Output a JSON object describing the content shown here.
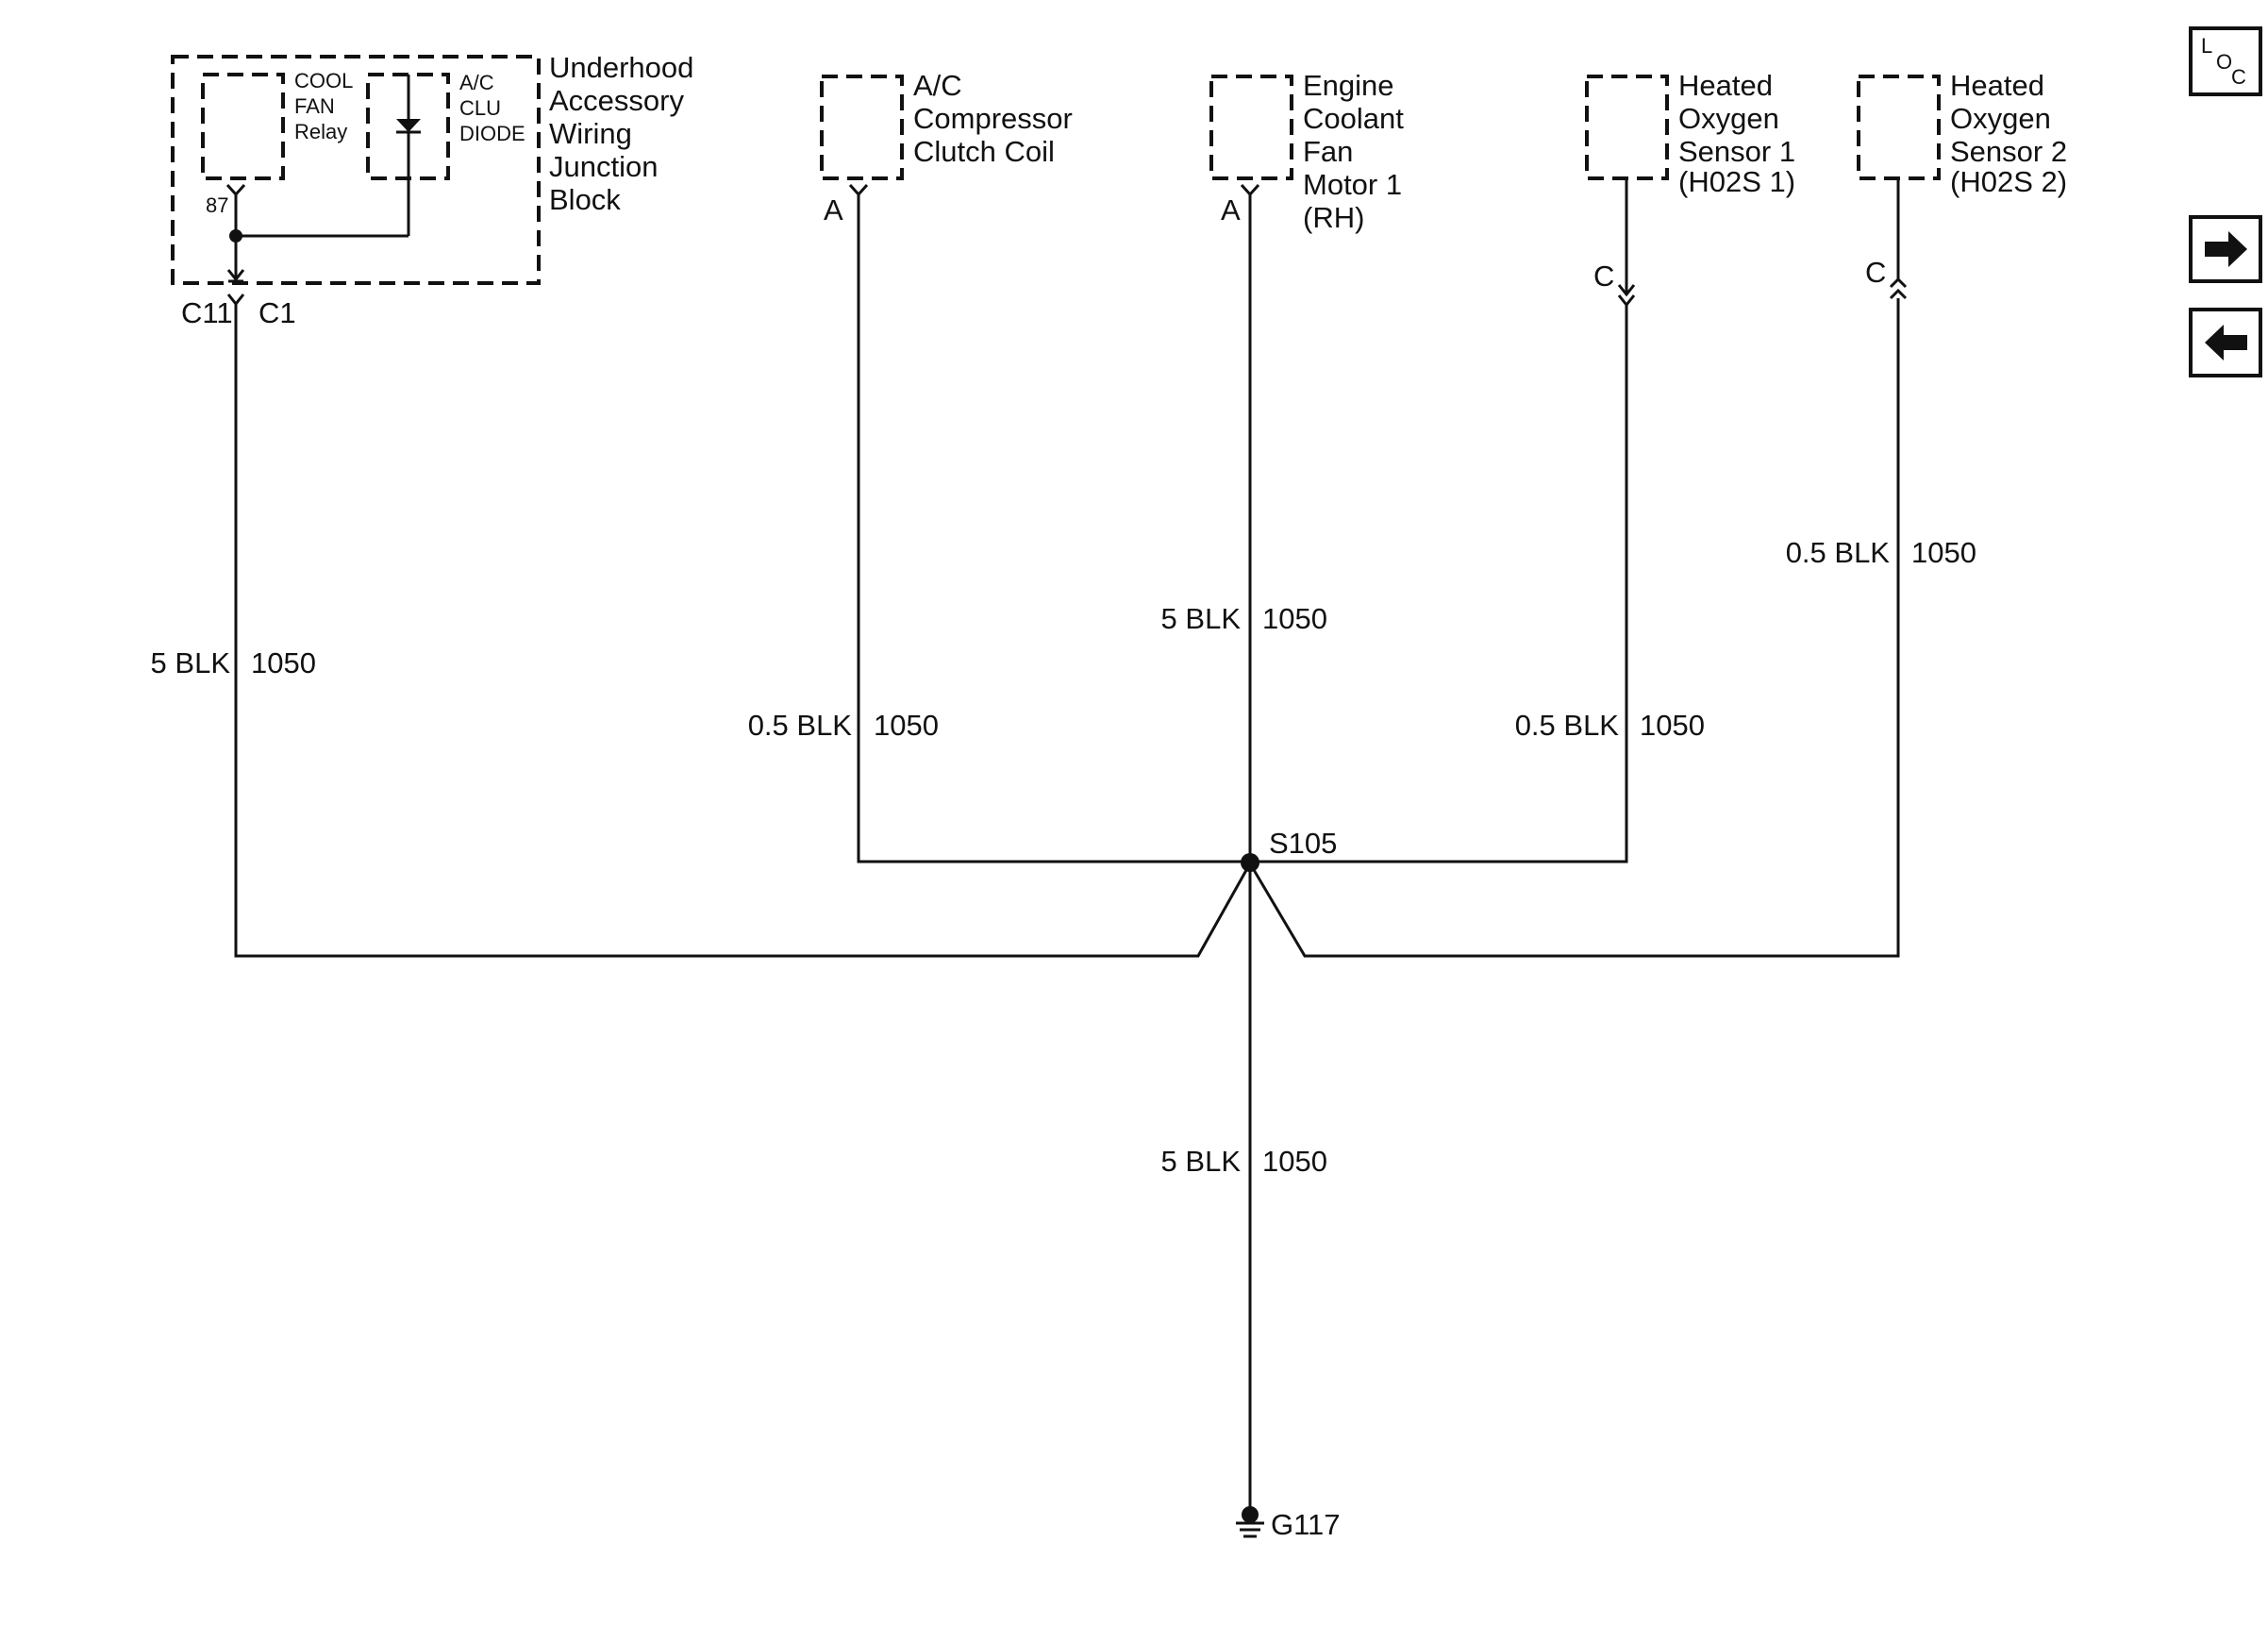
{
  "junction_block": {
    "title": [
      "Underhood",
      "Accessory",
      "Wiring",
      "Junction",
      "Block"
    ],
    "relay_label": [
      "COOL",
      "FAN",
      "Relay"
    ],
    "diode_label": [
      "A/C",
      "CLU",
      "DIODE"
    ],
    "relay_pin": "87",
    "connector_left": "C11",
    "connector_right": "C1"
  },
  "components": {
    "ac_clutch": {
      "title": [
        "A/C",
        "Compressor",
        "Clutch Coil"
      ],
      "pin": "A"
    },
    "fan_motor": {
      "title": [
        "Engine",
        "Coolant",
        "Fan",
        "Motor 1",
        "(RH)"
      ],
      "pin": "A"
    },
    "ho2s1": {
      "title": [
        "Heated",
        "Oxygen",
        "Sensor 1",
        "(H02S 1)"
      ],
      "pin": "C"
    },
    "ho2s2": {
      "title": [
        "Heated",
        "Oxygen",
        "Sensor 2",
        "(H02S 2)"
      ],
      "pin": "C"
    }
  },
  "wires": {
    "junction": {
      "size": "5 BLK",
      "circuit": "1050"
    },
    "ac_clutch": {
      "size": "0.5 BLK",
      "circuit": "1050"
    },
    "fan_motor": {
      "size": "5 BLK",
      "circuit": "1050"
    },
    "ho2s1": {
      "size": "0.5 BLK",
      "circuit": "1050"
    },
    "ho2s2": {
      "size": "0.5 BLK",
      "circuit": "1050"
    },
    "ground_run": {
      "size": "5 BLK",
      "circuit": "1050"
    }
  },
  "splice": "S105",
  "ground": "G117",
  "nav": {
    "location_icon": {
      "top": "L",
      "mid": "O",
      "bottom": "C"
    },
    "next_arrow": "right-arrow-icon",
    "prev_arrow": "left-arrow-icon"
  }
}
